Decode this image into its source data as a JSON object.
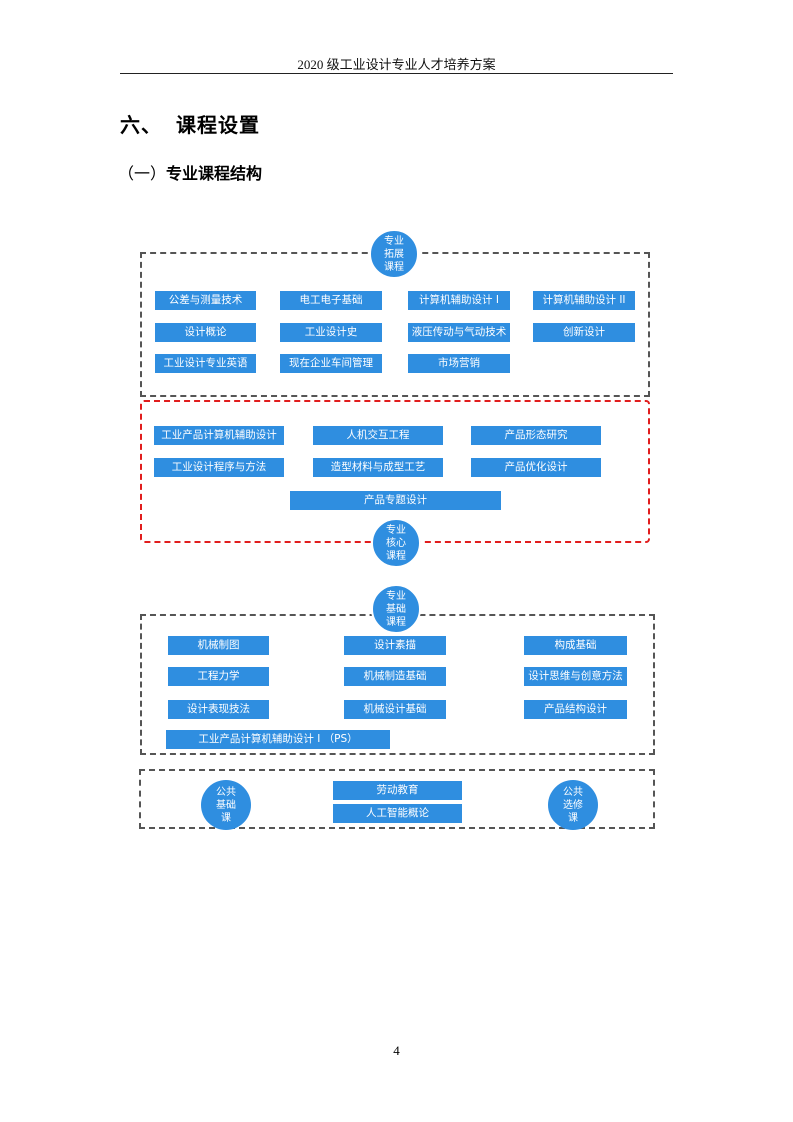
{
  "header": {
    "title": "2020 级工业设计专业人才培养方案"
  },
  "section": {
    "number": "六、",
    "title": "课程设置"
  },
  "subsection": {
    "paren": "（一）",
    "title": "专业课程结构"
  },
  "extension": {
    "label": "专业拓展课程",
    "courses": [
      "公差与测量技术",
      "电工电子基础",
      "计算机辅助设计 I",
      "计算机辅助设计 II",
      "设计概论",
      "工业设计史",
      "液压传动与气动技术",
      "创新设计",
      "工业设计专业英语",
      "现在企业车间管理",
      "市场营销"
    ]
  },
  "core": {
    "label": "专业核心课程",
    "courses": [
      "工业产品计算机辅助设计",
      "人机交互工程",
      "产品形态研究",
      "工业设计程序与方法",
      "造型材料与成型工艺",
      "产品优化设计",
      "产品专题设计"
    ]
  },
  "foundation": {
    "label": "专业基础课程",
    "courses": [
      "机械制图",
      "设计素描",
      "构成基础",
      "工程力学",
      "机械制造基础",
      "设计思维与创意方法",
      "设计表现技法",
      "机械设计基础",
      "产品结构设计",
      "工业产品计算机辅助设计 I （PS）"
    ]
  },
  "public": {
    "left_label": "公共基础课",
    "right_label": "公共选修课",
    "courses": [
      "劳动教育",
      "人工智能概论"
    ]
  },
  "colors": {
    "course_fill": "#2f8ee0",
    "core_border": "#e11d1d",
    "frame_border": "#555555"
  },
  "page_number": "4"
}
